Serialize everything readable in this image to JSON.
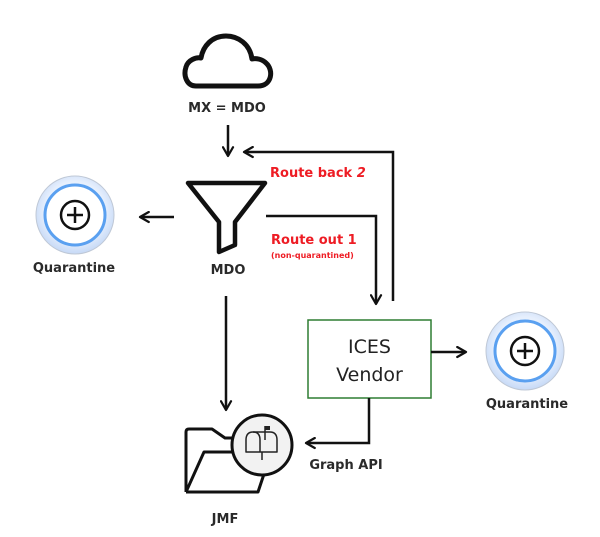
{
  "nodes": {
    "cloud": {
      "label": "MX = MDO",
      "icon": "cloud-icon"
    },
    "mdo": {
      "label": "MDO",
      "icon": "funnel-icon"
    },
    "quarantine_left": {
      "label": "Quarantine",
      "icon": "quarantine-plus-icon"
    },
    "ices_vendor": {
      "line1": "ICES",
      "line2": "Vendor"
    },
    "quarantine_right": {
      "label": "Quarantine",
      "icon": "quarantine-plus-icon"
    },
    "jmf": {
      "label": "JMF",
      "icon": "folder-mailbox-icon"
    }
  },
  "edges": {
    "route_back": {
      "label": "Route back",
      "number": "2"
    },
    "route_out": {
      "label": "Route out 1",
      "sublabel": "(non-quarantined)"
    },
    "graph_api": {
      "label": "Graph API"
    }
  },
  "colors": {
    "route_text": "#ee1c24",
    "vendor_border": "#2e7d32",
    "quarantine_ring": "#5aa0f0",
    "quarantine_fill": "#dbe8fb",
    "line": "#111111"
  }
}
